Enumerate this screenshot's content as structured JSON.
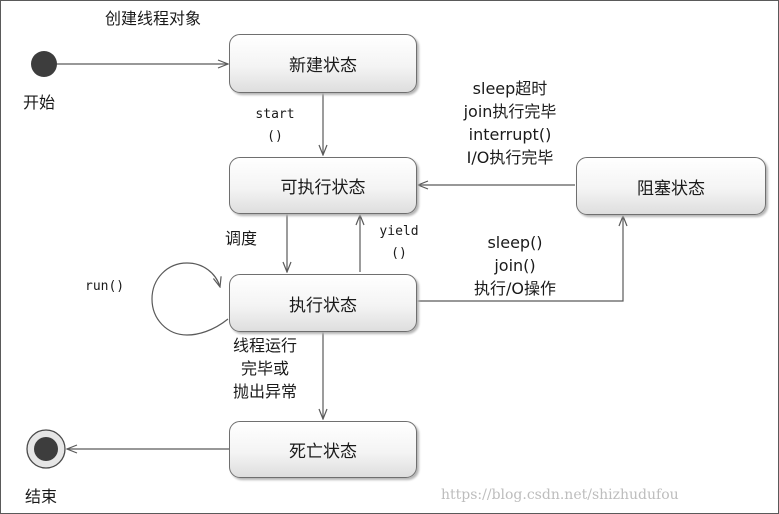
{
  "states": {
    "new": "新建状态",
    "runnable": "可执行状态",
    "blocked": "阻塞状态",
    "running": "执行状态",
    "dead": "死亡状态"
  },
  "nodes": {
    "start_label": "开始",
    "end_label": "结束"
  },
  "transitions": {
    "create_thread": "创建线程对象",
    "start": [
      "start",
      "()"
    ],
    "blocked_exit": [
      "sleep超时",
      "join执行完毕",
      "interrupt()",
      "I/O执行完毕"
    ],
    "schedule": "调度",
    "yield": [
      "yield",
      "()"
    ],
    "block_enter": [
      "sleep()",
      "join()",
      "执行/O操作"
    ],
    "run": "run()",
    "finish": [
      "线程运行",
      "完毕或",
      "抛出异常"
    ]
  },
  "watermark": "https://blog.csdn.net/shizhudufou",
  "colors": {
    "line": "#5a5a5a",
    "node": "#3d3d3d",
    "state_border": "#6f6f6f"
  }
}
